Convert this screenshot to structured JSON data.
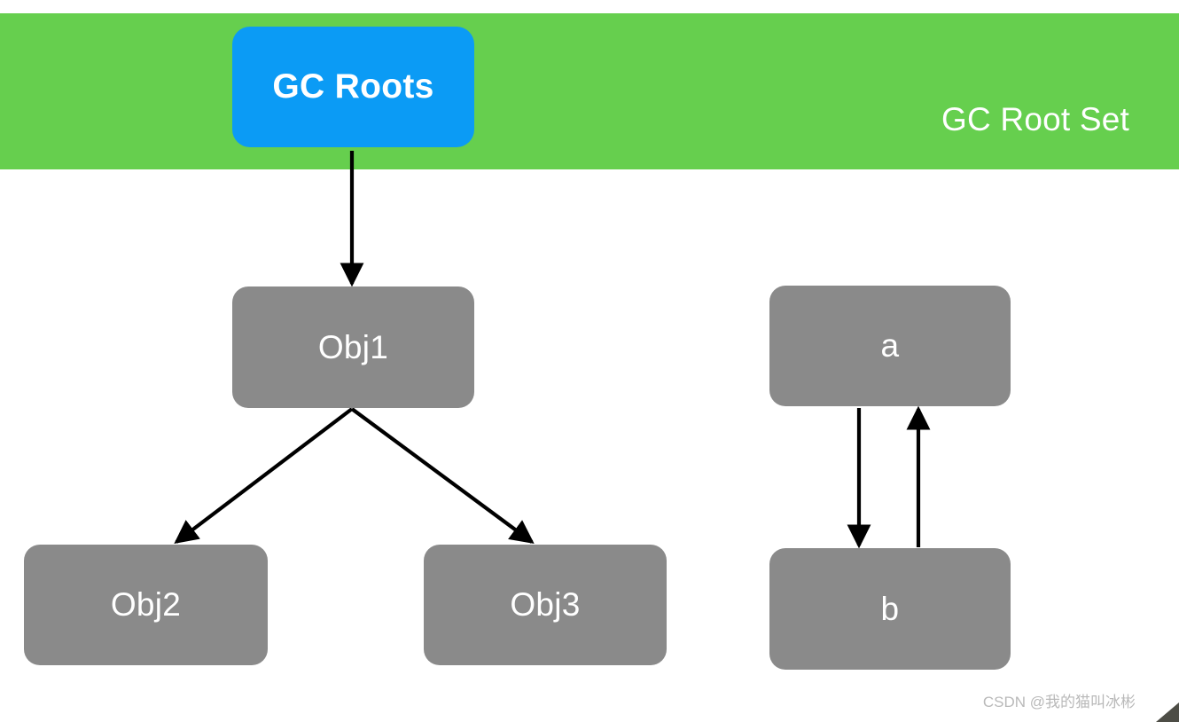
{
  "diagram": {
    "title_region": {
      "band_label": "GC Root Set",
      "band_color": "#66cf4e"
    },
    "nodes": [
      {
        "id": "gc-roots",
        "label": "GC Roots",
        "color": "#0b9bf5",
        "text_color": "#ffffff"
      },
      {
        "id": "obj1",
        "label": "Obj1",
        "color": "#8a8a8a",
        "text_color": "#ffffff"
      },
      {
        "id": "obj2",
        "label": "Obj2",
        "color": "#8a8a8a",
        "text_color": "#ffffff"
      },
      {
        "id": "obj3",
        "label": "Obj3",
        "color": "#8a8a8a",
        "text_color": "#ffffff"
      },
      {
        "id": "a",
        "label": "a",
        "color": "#8a8a8a",
        "text_color": "#ffffff"
      },
      {
        "id": "b",
        "label": "b",
        "color": "#8a8a8a",
        "text_color": "#ffffff"
      }
    ],
    "edges": [
      {
        "from": "gc-roots",
        "to": "obj1"
      },
      {
        "from": "obj1",
        "to": "obj2"
      },
      {
        "from": "obj1",
        "to": "obj3"
      },
      {
        "from": "a",
        "to": "b"
      },
      {
        "from": "b",
        "to": "a"
      }
    ],
    "edge_color": "#000000",
    "background": "#ffffff"
  },
  "watermark": {
    "text": "CSDN @我的猫叫冰彬"
  }
}
